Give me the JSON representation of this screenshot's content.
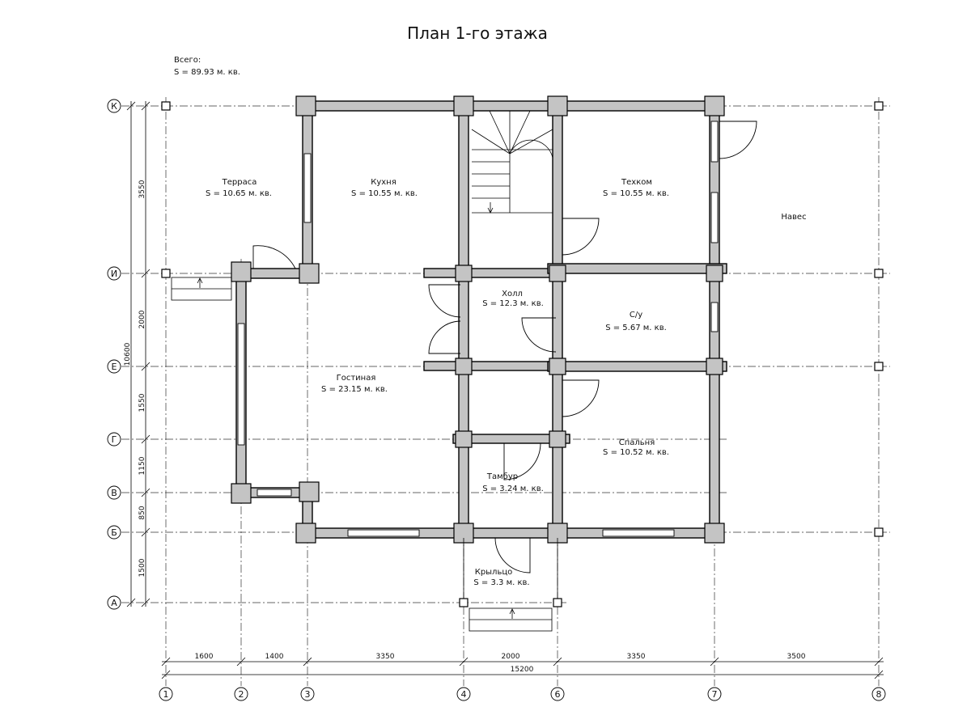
{
  "title": "План 1-го этажа",
  "total": {
    "label": "Всего:",
    "value": "S  =  89.93 м. кв."
  },
  "rooms": [
    {
      "name": "Терраса",
      "area": "S  = 10.65 м. кв."
    },
    {
      "name": "Кухня",
      "area": "S  = 10.55 м. кв."
    },
    {
      "name": "Техком",
      "area": "S  = 10.55 м. кв."
    },
    {
      "name": "Навес",
      "area": ""
    },
    {
      "name": "Холл",
      "area": "S  = 12.3 м. кв."
    },
    {
      "name": "С/у",
      "area": "S  = 5.67 м. кв."
    },
    {
      "name": "Гостиная",
      "area": "S  = 23.15 м. кв."
    },
    {
      "name": "Спальня",
      "area": "S  = 10.52 м. кв."
    },
    {
      "name": "Тамбур",
      "area": "S  = 3.24 м. кв."
    },
    {
      "name": "Крыльцо",
      "area": "S  = 3.3 м. кв."
    }
  ],
  "axes": {
    "vertical": [
      "1",
      "2",
      "3",
      "4",
      "6",
      "7",
      "8"
    ],
    "horizontal": [
      "К",
      "И",
      "Е",
      "Г",
      "В",
      "Б",
      "А"
    ]
  },
  "dims": {
    "horizontal": [
      "1600",
      "1400",
      "3350",
      "2000",
      "3350",
      "3500"
    ],
    "horizontal_total": "15200",
    "vertical": [
      "3550",
      "2000",
      "1550",
      "1150",
      "850",
      "1500"
    ],
    "vertical_total": "10600"
  }
}
